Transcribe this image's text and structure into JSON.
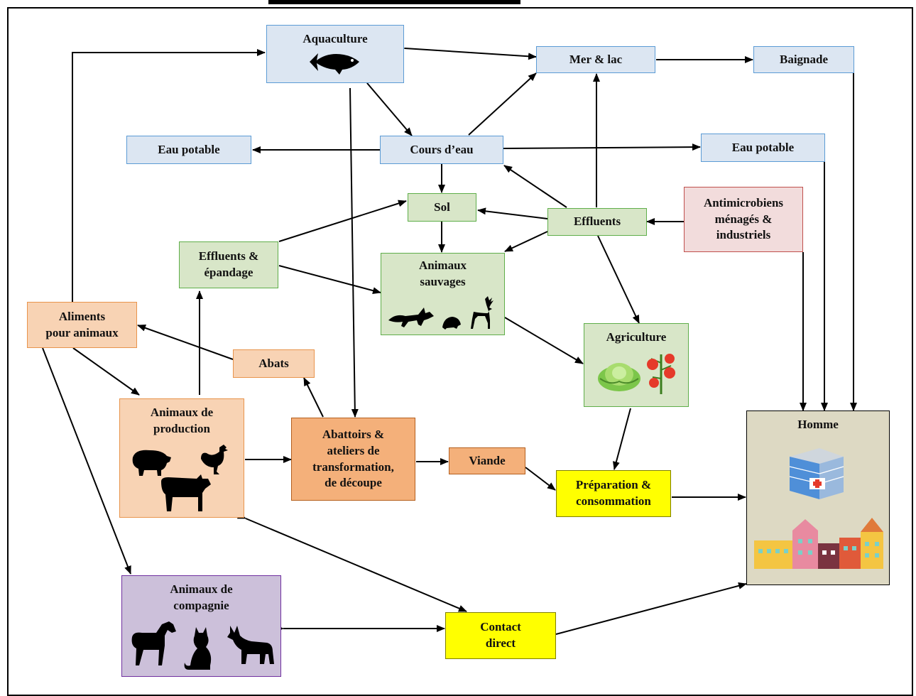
{
  "nodes": {
    "aquaculture": "Aquaculture",
    "mer_lac": "Mer & lac",
    "baignade": "Baignade",
    "eau_potable_left": "Eau potable",
    "cours_eau": "Cours d’eau",
    "eau_potable_right": "Eau potable",
    "sol": "Sol",
    "effluents": "Effluents",
    "antimicrobiens": "Antimicrobiens\nménagés &\nindustriels",
    "effluents_epandage": "Effluents &\népandage",
    "animaux_sauvages": "Animaux\nsauvages",
    "aliments": "Aliments\npour animaux",
    "abats": "Abats",
    "agriculture": "Agriculture",
    "animaux_production": "Animaux de\nproduction",
    "abattoirs": "Abattoirs &\nateliers de\ntransformation,\nde découpe",
    "viande": "Viande",
    "preparation": "Préparation &\nconsommation",
    "homme": "Homme",
    "animaux_compagnie": "Animaux de\ncompagnie",
    "contact": "Contact\ndirect"
  },
  "colors": {
    "water": "#dce6f2",
    "environment": "#d8e6c8",
    "feed_animals": "#f8d3b4",
    "slaughter": "#f4b07a",
    "antimicrobial": "#f2dcdc",
    "consumption": "#ffff00",
    "pets": "#ccc0da",
    "human": "#ddd9c3"
  },
  "icons": {
    "aquaculture": "fish-icon",
    "animaux_sauvages": [
      "fox-icon",
      "hedgehog-icon",
      "deer-icon"
    ],
    "agriculture": [
      "lettuce-icon",
      "tomato-plant-icon"
    ],
    "animaux_production": [
      "pig-icon",
      "chicken-icon",
      "cow-icon"
    ],
    "homme": [
      "hospital-icon",
      "town-houses-icon"
    ],
    "animaux_compagnie": [
      "horse-icon",
      "cat-icon",
      "dog-icon"
    ]
  }
}
